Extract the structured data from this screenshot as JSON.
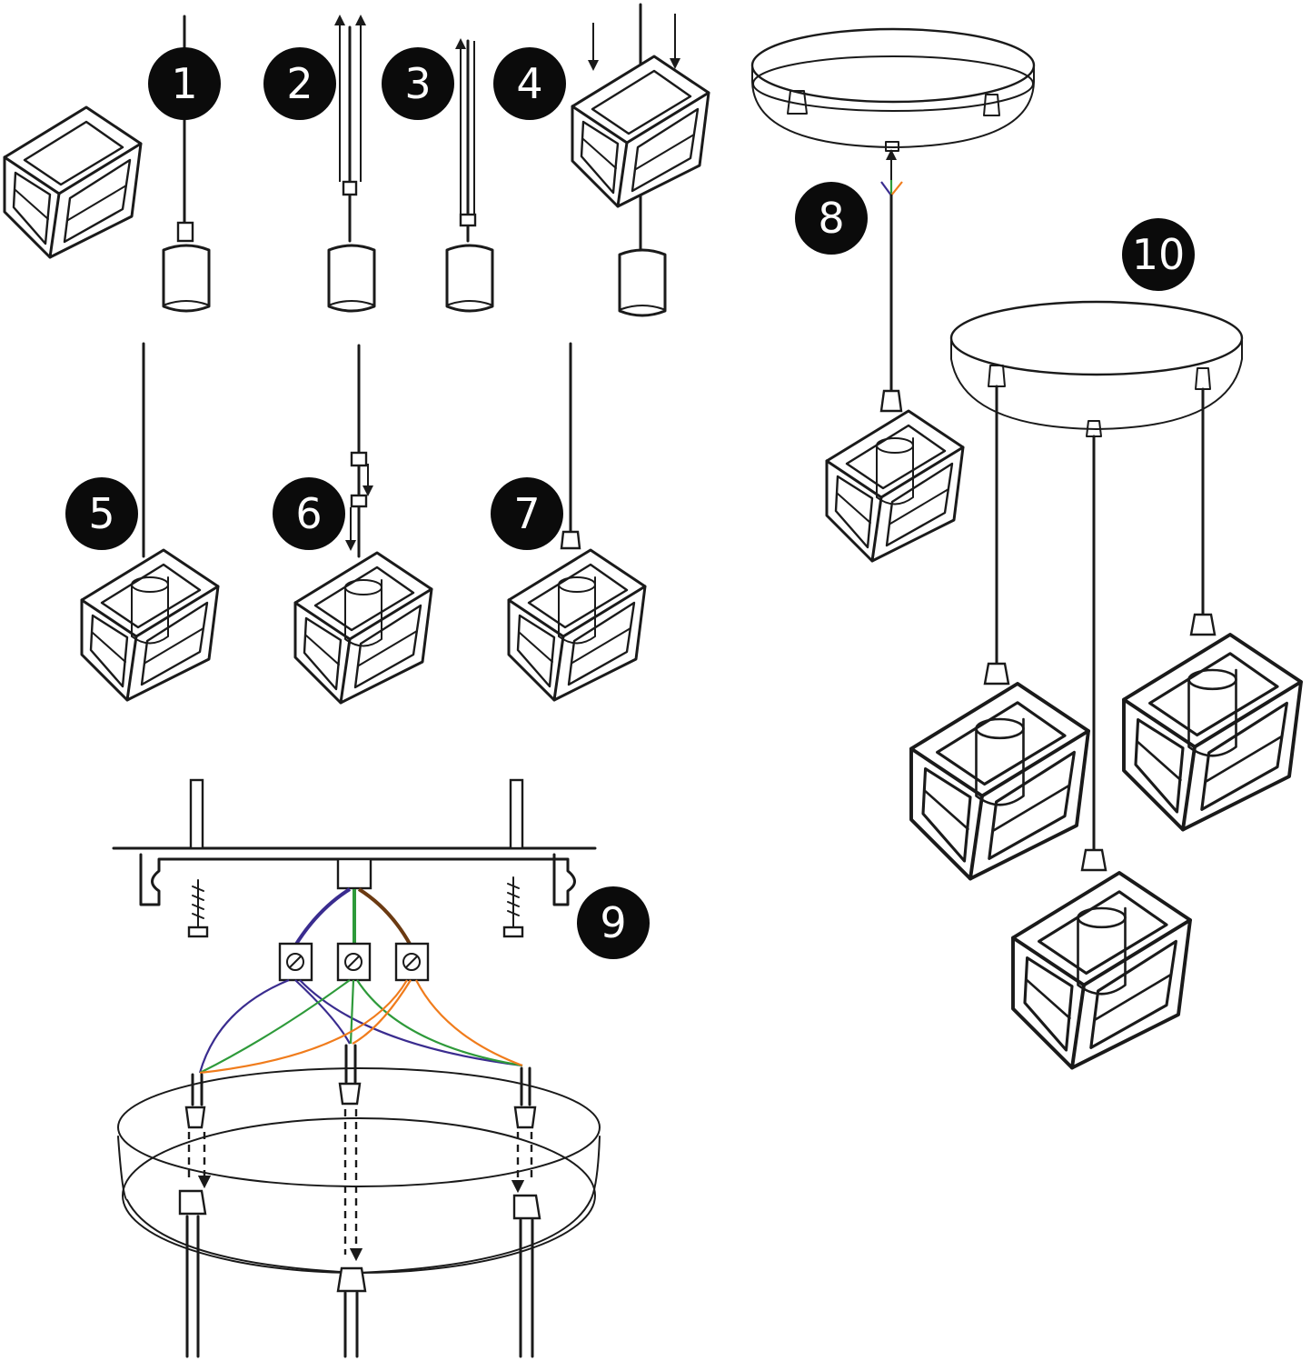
{
  "steps": [
    {
      "id": "step-1",
      "label": "1"
    },
    {
      "id": "step-2",
      "label": "2"
    },
    {
      "id": "step-3",
      "label": "3"
    },
    {
      "id": "step-4",
      "label": "4"
    },
    {
      "id": "step-5",
      "label": "5"
    },
    {
      "id": "step-6",
      "label": "6"
    },
    {
      "id": "step-7",
      "label": "7"
    },
    {
      "id": "step-8",
      "label": "8"
    },
    {
      "id": "step-9",
      "label": "9"
    },
    {
      "id": "step-10",
      "label": "10"
    }
  ],
  "wire_colors": {
    "blue": "#3a2c8f",
    "green": "#2e9a3a",
    "orange": "#f07c1c",
    "brown": "#6b3a12"
  },
  "badge_color": "#0b0b0b",
  "line_color": "#1a1a1a"
}
